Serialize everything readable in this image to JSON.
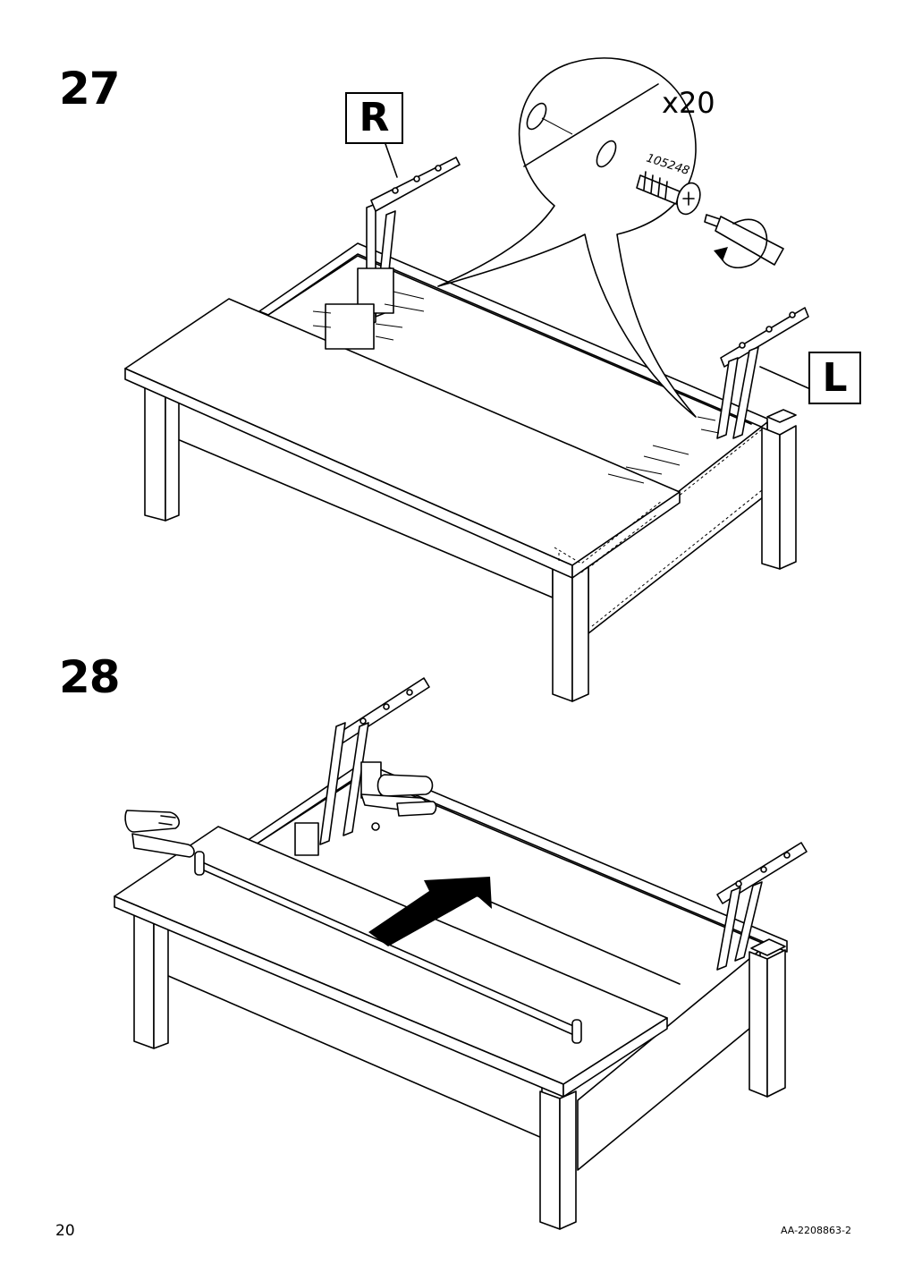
{
  "steps": [
    {
      "number": "27",
      "detail": {
        "quantity": "x20",
        "part_number": "105248"
      },
      "labels": {
        "right": "R",
        "left": "L"
      }
    },
    {
      "number": "28"
    }
  ],
  "footer": {
    "page_number": "20",
    "document_code": "AA-2208863-2"
  },
  "icons": [
    "screw-icon",
    "screwdriver-icon",
    "rotate-arrow-icon",
    "hand-icon",
    "push-arrow-icon"
  ]
}
